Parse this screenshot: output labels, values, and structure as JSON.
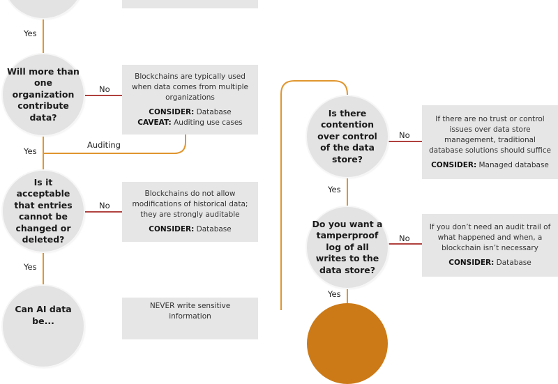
{
  "colors": {
    "yes_line": "#e0962e",
    "no_line": "#b0413e",
    "circle_fill": "#e3e3e3",
    "box_fill": "#e6e6e6",
    "terminal_fill": "#cc7a17"
  },
  "labels": {
    "yes": "Yes",
    "no": "No",
    "auditing": "Auditing"
  },
  "left_column": {
    "q2": {
      "text": "Will more than one organization contribute data?"
    },
    "q3": {
      "text": "Is it acceptable that entries cannot be changed or deleted?"
    },
    "q4": {
      "text": "Can AI data be..."
    },
    "box2": {
      "desc": "Blockchains are typically used when data comes from multiple organizations",
      "consider_key": "CONSIDER:",
      "consider_val": " Database",
      "caveat_key": "CAVEAT:",
      "caveat_val": " Auditing use cases"
    },
    "box3": {
      "desc": "Blockchains do not allow modifications of historical data; they are strongly auditable",
      "consider_key": "CONSIDER:",
      "consider_val": " Database"
    },
    "box4": {
      "desc": "NEVER write sensitive information"
    }
  },
  "right_column": {
    "qa": {
      "text": "Is there contention over control of the data store?"
    },
    "qb": {
      "text": "Do you want a tamperproof log of all writes to the data store?"
    },
    "boxa": {
      "desc": "If there are no trust or control issues over data store management, traditional database solutions should suffice",
      "consider_key": "CONSIDER:",
      "consider_val": " Managed database"
    },
    "boxb": {
      "desc": "If you don’t need an audit trail of what happened and when, a blockchain isn’t necessary",
      "consider_key": "CONSIDER:",
      "consider_val": " Database"
    }
  }
}
